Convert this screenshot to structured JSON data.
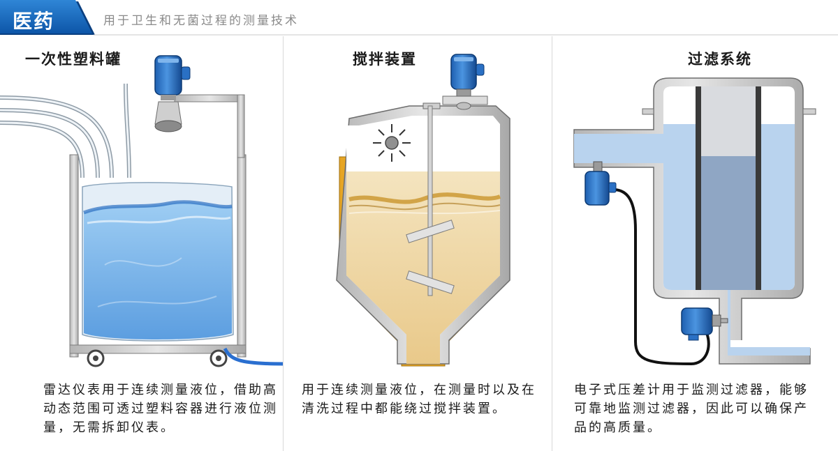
{
  "header": {
    "title": "医药",
    "subtitle": "用于卫生和无菌过程的测量技术",
    "accent_color": "#1565c0"
  },
  "panels": [
    {
      "title": "一次性塑料罐",
      "description": "雷达仪表用于连续测量液位，借助高动态范围可透过塑料容器进行液位测量，无需拆卸仪表。",
      "icons": [
        "radar-level-transmitter-icon",
        "plastic-tank-icon",
        "hose-icon"
      ]
    },
    {
      "title": "搅拌装置",
      "description": "用于连续测量液位，在测量时以及在清洗过程中都能绕过搅拌装置。",
      "icons": [
        "radar-level-transmitter-icon",
        "agitator-vessel-icon",
        "stirrer-icon",
        "light-icon"
      ]
    },
    {
      "title": "过滤系统",
      "description": "电子式压差计用于监测过滤器，能够可靠地监测过滤器，因此可以确保产品的高质量。",
      "icons": [
        "pressure-transmitter-icon",
        "filter-vessel-icon",
        "cable-icon"
      ]
    }
  ]
}
